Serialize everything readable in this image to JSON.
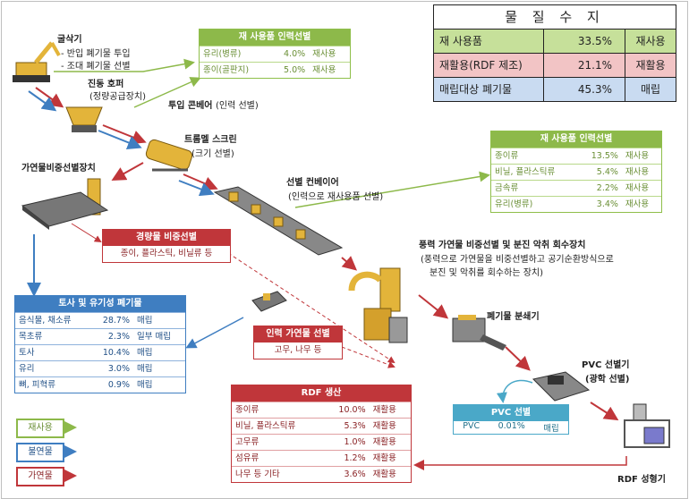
{
  "summary": {
    "title": "물 질 수 지",
    "rows": [
      {
        "name": "재 사용품",
        "pct": "33.5%",
        "use": "재사용"
      },
      {
        "name": "재활용(RDF 제조)",
        "pct": "21.1%",
        "use": "재활용"
      },
      {
        "name": "매립대상 폐기물",
        "pct": "45.3%",
        "use": "매립"
      }
    ]
  },
  "labels": {
    "excavator": "굴삭기",
    "excavator_1": "- 반입 폐기물 투입",
    "excavator_2": "- 조대 폐기물 선별",
    "hopper": "진동 호퍼",
    "hopper_sub": "(정량공급장치)",
    "conveyor_in": "투입 콘베어",
    "conveyor_in_sub": "(인력 선별)",
    "trommel": "트롬멜 스크린",
    "trommel_sub": "(크기 선별)",
    "density": "가연물비중선별장치",
    "sort_conveyor": "선별 컨베이어",
    "sort_conveyor_sub": "(인력으로 재사용품 선별)",
    "wind": "풍력 가연물 비중선별 및 분진 악취 회수장치",
    "wind_sub1": "(풍력으로 가연물을 비중선별하고 공기순환방식으로",
    "wind_sub2": "분진 및 악취를 회수하는 장치)",
    "crusher": "폐기물 분쇄기",
    "pvc_machine": "PVC 선별기",
    "pvc_machine_sub": "(광학 선별)",
    "rdf_machine": "RDF 성형기"
  },
  "reuse1": {
    "title": "재 사용품 인력선별",
    "rows": [
      {
        "name": "유리(병류)",
        "pct": "4.0%",
        "use": "재사용"
      },
      {
        "name": "종이(골판지)",
        "pct": "5.0%",
        "use": "재사용"
      }
    ]
  },
  "reuse2": {
    "title": "재 사용품 인력선별",
    "rows": [
      {
        "name": "종이류",
        "pct": "13.5%",
        "use": "재사용"
      },
      {
        "name": "비닐, 플라스틱류",
        "pct": "5.4%",
        "use": "재사용"
      },
      {
        "name": "금속류",
        "pct": "2.2%",
        "use": "재사용"
      },
      {
        "name": "유리(병류)",
        "pct": "3.4%",
        "use": "재사용"
      }
    ]
  },
  "light": {
    "title": "경량물 비중선별",
    "text": "종이, 플라스틱, 비닐류 등"
  },
  "soil": {
    "title": "토사 및 유기성 폐기물",
    "rows": [
      {
        "name": "음식물, 채소류",
        "pct": "28.7%",
        "use": "매립"
      },
      {
        "name": "목초류",
        "pct": "2.3%",
        "use": "일부 매립"
      },
      {
        "name": "토사",
        "pct": "10.4%",
        "use": "매립"
      },
      {
        "name": "유리",
        "pct": "3.0%",
        "use": "매립"
      },
      {
        "name": "뼈, 피혁류",
        "pct": "0.9%",
        "use": "매립"
      }
    ]
  },
  "manual": {
    "title": "인력 가연물 선별",
    "text": "고무, 나무 등"
  },
  "rdf": {
    "title": "RDF 생산",
    "rows": [
      {
        "name": "종이류",
        "pct": "10.0%",
        "use": "재활용"
      },
      {
        "name": "비닐, 플라스틱류",
        "pct": "5.3%",
        "use": "재활용"
      },
      {
        "name": "고무류",
        "pct": "1.0%",
        "use": "재활용"
      },
      {
        "name": "섬유류",
        "pct": "1.2%",
        "use": "재활용"
      },
      {
        "name": "나무 등 기타",
        "pct": "3.6%",
        "use": "재활용"
      }
    ]
  },
  "pvc": {
    "title": "PVC 선별",
    "name": "PVC",
    "pct": "0.01%",
    "use": "매립"
  },
  "legend": {
    "reuse": "재사용",
    "noncomb": "불연물",
    "comb": "가연물"
  },
  "colors": {
    "green": "#8db94a",
    "blue": "#3f7ec1",
    "red": "#c0363a",
    "teal": "#4aa8c8",
    "machine": "#e3b43a"
  }
}
